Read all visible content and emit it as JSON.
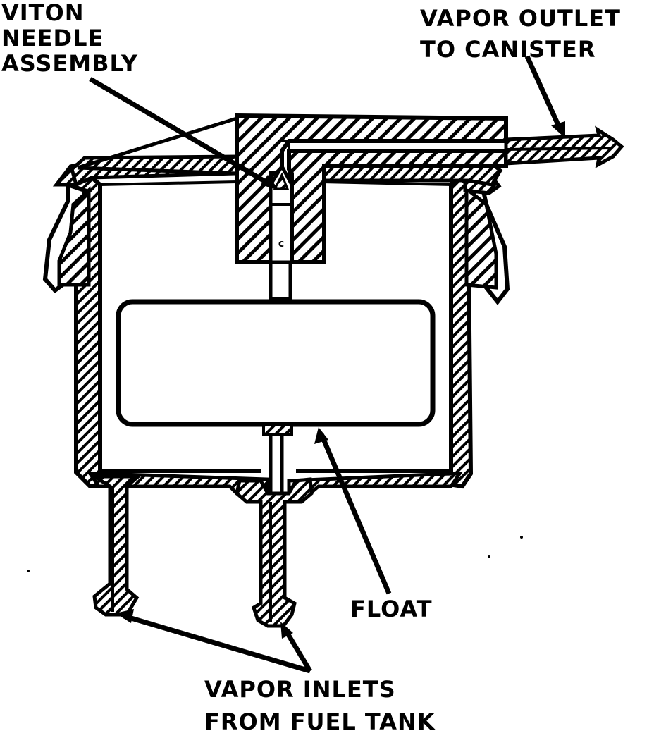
{
  "colors": {
    "ink": "#000000",
    "paper": "#ffffff"
  },
  "labels": {
    "viton": {
      "line1": "VITON",
      "line2": "NEEDLE",
      "line3": "ASSEMBLY"
    },
    "vapor_outlet": {
      "line1": "VAPOR OUTLET",
      "line2": "TO CANISTER"
    },
    "float": "FLOAT",
    "vapor_inlets": {
      "line1": "VAPOR INLETS",
      "line2": "FROM FUEL TANK"
    }
  }
}
